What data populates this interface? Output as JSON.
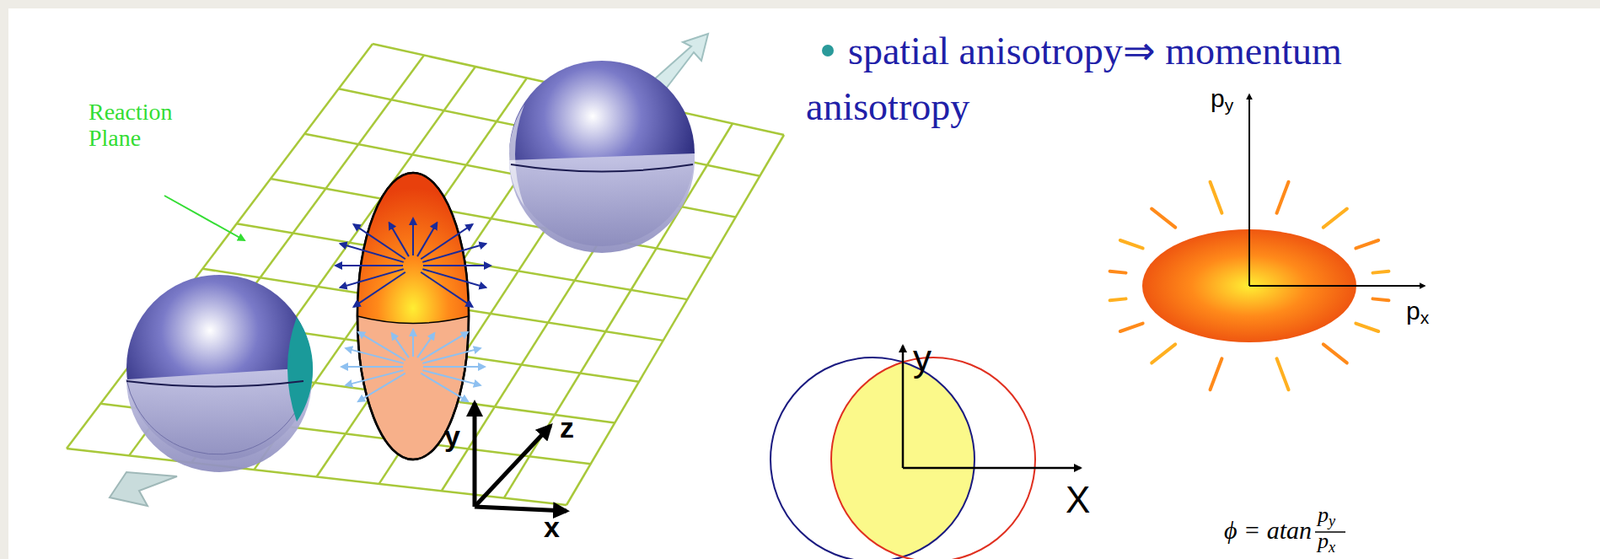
{
  "diagram": {
    "labels": [
      "Reaction Plane",
      "y",
      "z",
      "x",
      "spatial anisotropy⇒ momentum anisotropy",
      "y",
      "X",
      "py",
      "px",
      "ϕ = atan",
      "py",
      "px"
    ]
  }
}
